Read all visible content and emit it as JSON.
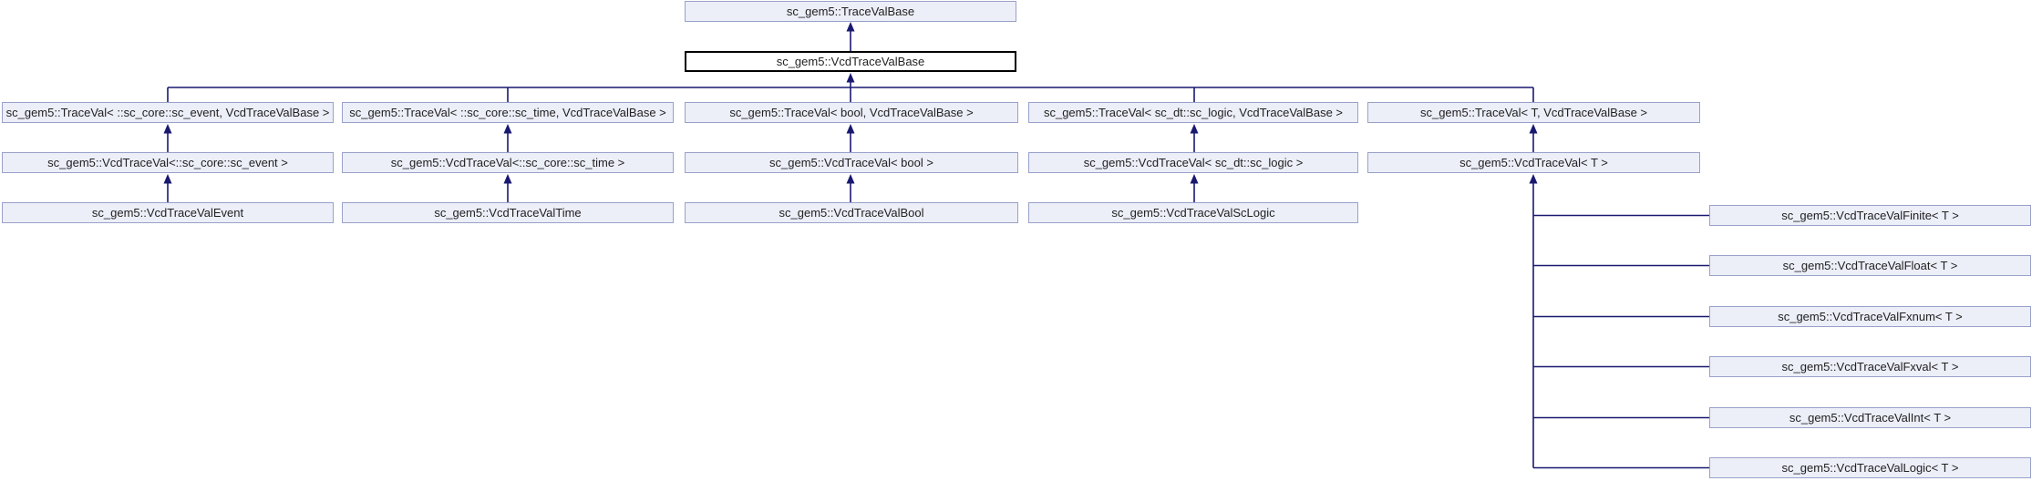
{
  "colors": {
    "node_fill": "#eceef8",
    "node_border": "#9aa1c9",
    "current_fill": "#ffffff",
    "current_border": "#000000",
    "edge": "#191970",
    "text": "#222222",
    "background": "#ffffff"
  },
  "diagram": {
    "type": "class-inheritance-graph",
    "root": {
      "label": "sc_gem5::TraceValBase"
    },
    "current": {
      "label": "sc_gem5::VcdTraceValBase"
    },
    "columns": [
      {
        "traceval": "sc_gem5::TraceVal< ::sc_core::sc_event, VcdTraceValBase >",
        "vcdtraceval": "sc_gem5::VcdTraceVal<::sc_core::sc_event >",
        "concrete": "sc_gem5::VcdTraceValEvent"
      },
      {
        "traceval": "sc_gem5::TraceVal< ::sc_core::sc_time, VcdTraceValBase >",
        "vcdtraceval": "sc_gem5::VcdTraceVal<::sc_core::sc_time >",
        "concrete": "sc_gem5::VcdTraceValTime"
      },
      {
        "traceval": "sc_gem5::TraceVal< bool, VcdTraceValBase >",
        "vcdtraceval": "sc_gem5::VcdTraceVal< bool >",
        "concrete": "sc_gem5::VcdTraceValBool"
      },
      {
        "traceval": "sc_gem5::TraceVal< sc_dt::sc_logic, VcdTraceValBase >",
        "vcdtraceval": "sc_gem5::VcdTraceVal< sc_dt::sc_logic >",
        "concrete": "sc_gem5::VcdTraceValScLogic"
      },
      {
        "traceval": "sc_gem5::TraceVal< T, VcdTraceValBase >",
        "vcdtraceval": "sc_gem5::VcdTraceVal< T >"
      }
    ],
    "template_children": [
      "sc_gem5::VcdTraceValFinite< T >",
      "sc_gem5::VcdTraceValFloat< T >",
      "sc_gem5::VcdTraceValFxnum< T >",
      "sc_gem5::VcdTraceValFxval< T >",
      "sc_gem5::VcdTraceValInt< T >",
      "sc_gem5::VcdTraceValLogic< T >"
    ]
  }
}
